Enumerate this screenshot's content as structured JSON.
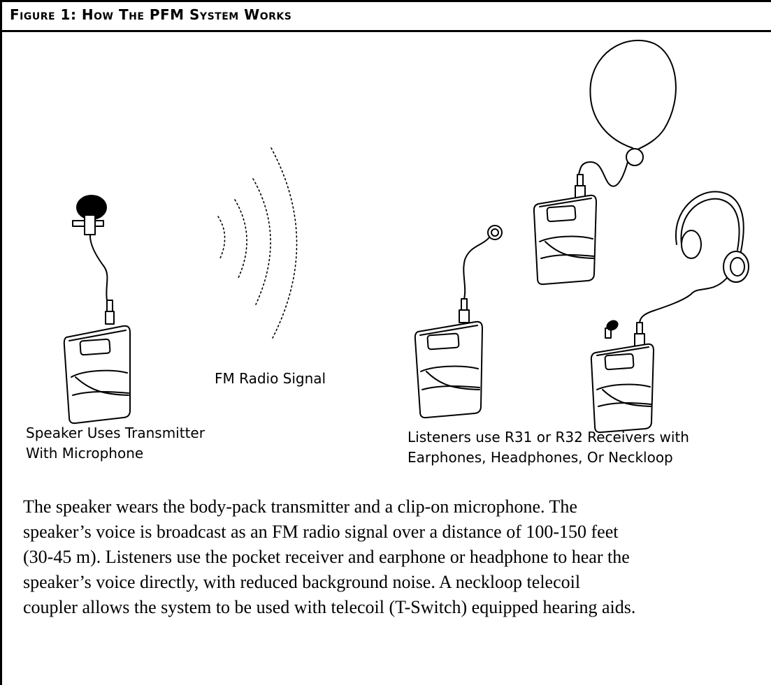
{
  "figure": {
    "title": "Figure 1: How The PFM System Works",
    "labels": {
      "signal": "FM Radio Signal",
      "speaker_line1": "Speaker Uses Transmitter",
      "speaker_line2": "With Microphone",
      "listeners_line1": "Listeners use R31 or R32 Receivers with",
      "listeners_line2": "Earphones, Headphones, Or Neckloop"
    },
    "icons": [
      "microphone-icon",
      "transmitter-icon",
      "radio-wave-icon",
      "receiver-icon",
      "earphone-icon",
      "neckloop-icon",
      "headphones-icon"
    ]
  },
  "caption": {
    "lines": [
      "The speaker wears the body-pack transmitter and a clip-on microphone. The",
      "speaker’s voice is broadcast as an FM radio signal over a distance of 100-150 feet",
      "(30-45 m). Listeners use the pocket receiver and earphone or headphone to hear the",
      "speaker’s voice directly, with reduced background noise. A neckloop telecoil",
      "coupler allows the system to be used with telecoil (T-Switch) equipped hearing aids."
    ]
  }
}
